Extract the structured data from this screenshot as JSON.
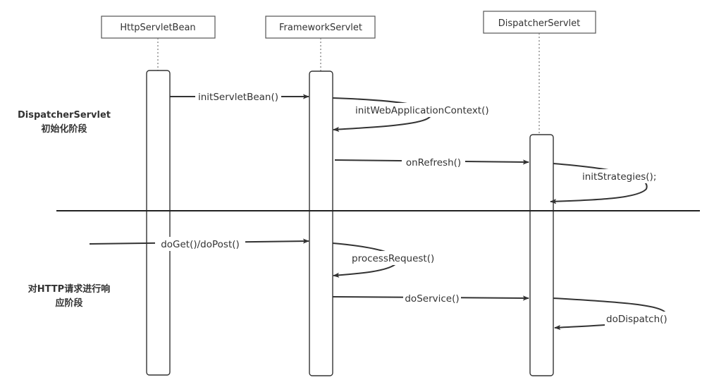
{
  "participants": [
    {
      "id": "httpservletbean",
      "label": "HttpServletBean"
    },
    {
      "id": "frameworkservlet",
      "label": "FrameworkServlet"
    },
    {
      "id": "dispatcherservlet",
      "label": "DispatcherServlet"
    }
  ],
  "phases": [
    {
      "id": "init",
      "lines": [
        "DispatcherServlet",
        "初始化阶段"
      ]
    },
    {
      "id": "request",
      "lines": [
        "对HTTP请求进行响",
        "应阶段"
      ]
    }
  ],
  "messages": [
    {
      "id": "initservletbean",
      "label": "initServletBean()"
    },
    {
      "id": "initwebapplicationcontext",
      "label": "initWebApplicationContext()"
    },
    {
      "id": "onrefresh",
      "label": "onRefresh()"
    },
    {
      "id": "initstrategies",
      "label": "initStrategies();"
    },
    {
      "id": "doget-dopost",
      "label": "doGet()/doPost()"
    },
    {
      "id": "processrequest",
      "label": "processRequest()"
    },
    {
      "id": "doservice",
      "label": "doService()"
    },
    {
      "id": "dodispatch",
      "label": "doDispatch()"
    }
  ],
  "colors": {
    "line": "#333333",
    "box_border": "#555555",
    "lifeline": "#777777",
    "background": "#ffffff"
  }
}
